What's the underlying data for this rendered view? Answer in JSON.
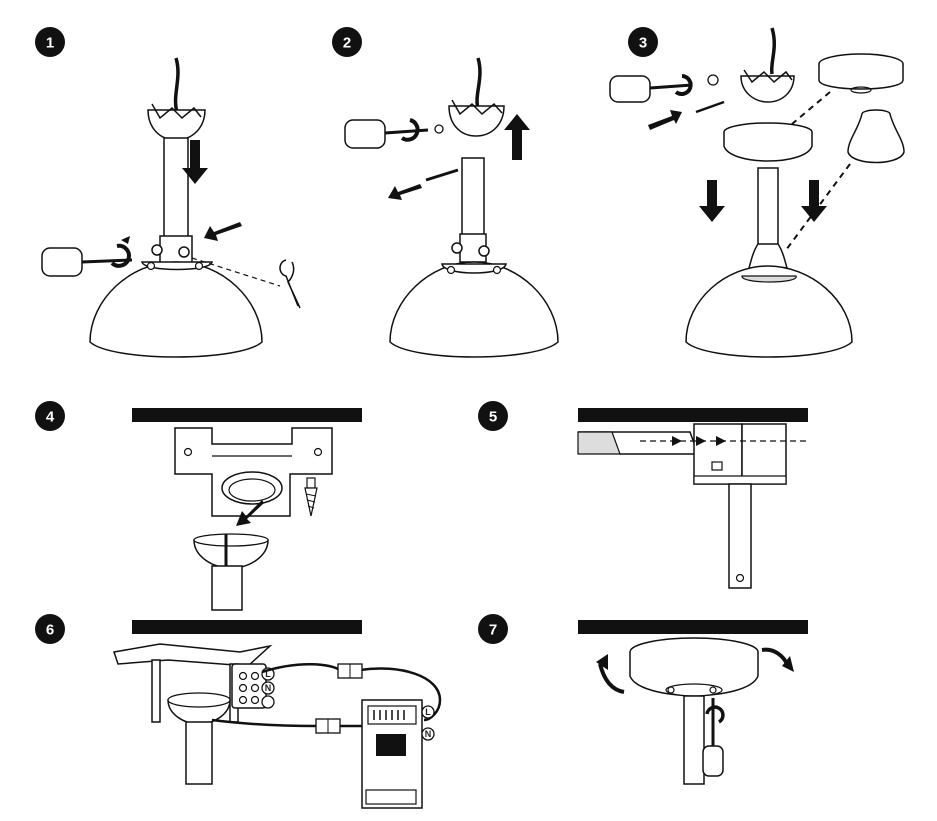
{
  "steps": [
    {
      "number": "1"
    },
    {
      "number": "2"
    },
    {
      "number": "3"
    },
    {
      "number": "4"
    },
    {
      "number": "5"
    },
    {
      "number": "6"
    },
    {
      "number": "7"
    }
  ],
  "terminals": {
    "neutral": "N",
    "live": "L",
    "receiver_live": "L",
    "receiver_neutral": "N"
  },
  "colors": {
    "ink": "#111111",
    "badge": "#111111",
    "paper": "#ffffff",
    "ceiling_bar": "#111111",
    "connector_fill": "#ffffff"
  },
  "icons": [
    "screwdriver-icon",
    "rotate-arrow-icon",
    "down-arrow-icon",
    "up-arrow-icon",
    "cotter-pin-icon",
    "screw-icon",
    "wire-connector-icon",
    "curved-rotation-arrow-icon"
  ]
}
